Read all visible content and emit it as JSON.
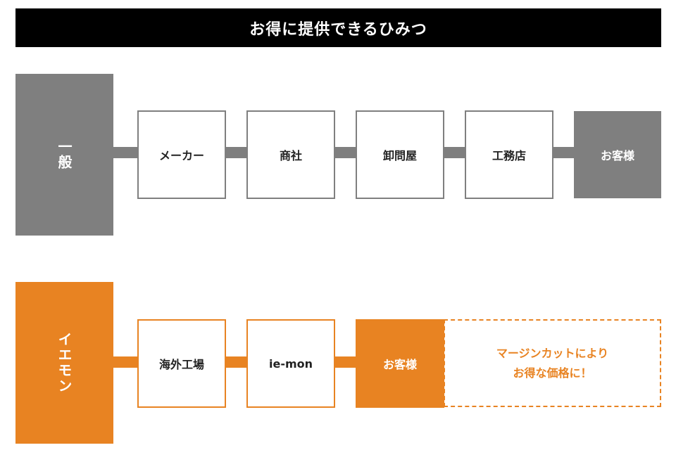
{
  "title": "お得に提供できるひみつ",
  "general": {
    "label": "一般",
    "steps": [
      "メーカー",
      "商社",
      "卸問屋",
      "工務店"
    ],
    "customer": "お客様"
  },
  "iemon": {
    "label": "イエモン",
    "steps": [
      "海外工場",
      "ie-mon"
    ],
    "customer": "お客様",
    "callout_line1": "マージンカットにより",
    "callout_line2": "お得な価格に！"
  },
  "colors": {
    "gray": "#7f7f7f",
    "orange": "#e88322",
    "black": "#000000"
  }
}
